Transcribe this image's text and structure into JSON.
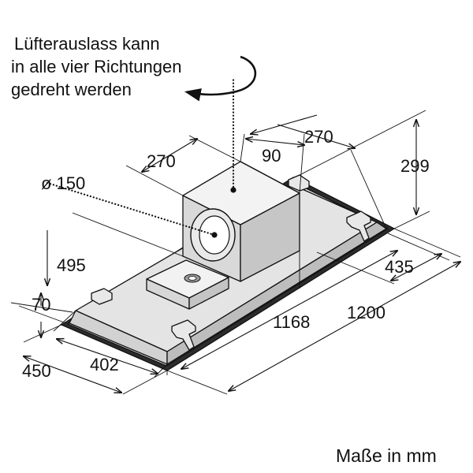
{
  "caption": [
    "Lüfterauslass kann",
    "in alle vier Richtungen",
    "gedreht werden"
  ],
  "units_note": "Maße in mm",
  "dimensions": {
    "duct_diameter": "ø 150",
    "blower_depth": "270",
    "top_width": "270",
    "top_offset": "90",
    "height": "299",
    "blower_offset": "495",
    "side_depth": "435",
    "edge_offset": "70",
    "inner_length": "1168",
    "outer_length": "1200",
    "outer_width": "450",
    "inner_width": "402"
  },
  "colors": {
    "hood_light": "#f1f1f1",
    "hood_mid": "#e0e0e0",
    "hood_dark": "#c9c9c9",
    "trim": "#3a3a3a"
  }
}
